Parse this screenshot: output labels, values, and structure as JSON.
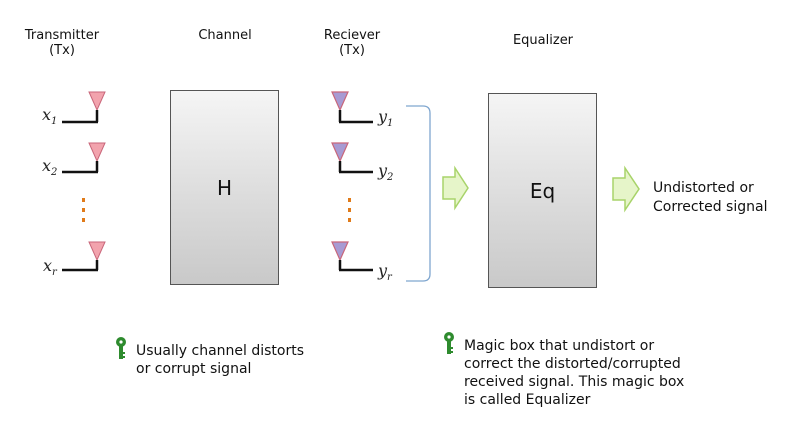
{
  "labels": {
    "transmitter": "Transmitter",
    "transmitter_sub": "(Tx)",
    "channel": "Channel",
    "receiver": "Reciever",
    "receiver_sub": "(Tx)",
    "equalizer": "Equalizer"
  },
  "channel_box_label": "H",
  "equalizer_box_label": "Eq",
  "tx_signals": [
    {
      "symbol": "x",
      "sub": "1"
    },
    {
      "symbol": "x",
      "sub": "2"
    },
    {
      "symbol": "x",
      "sub": "r"
    }
  ],
  "rx_signals": [
    {
      "symbol": "y",
      "sub": "1"
    },
    {
      "symbol": "y",
      "sub": "2"
    },
    {
      "symbol": "y",
      "sub": "r"
    }
  ],
  "output": {
    "line1": "Undistorted or",
    "line2": "Corrected signal"
  },
  "notes": {
    "channel": [
      "Usually channel distorts",
      "or corrupt signal"
    ],
    "equalizer": [
      "Magic box that undistort or",
      "correct the distorted/corrupted",
      "received signal. This magic box",
      "is called Equalizer"
    ]
  },
  "colors": {
    "tx_antenna": "#f2a3ad",
    "rx_antenna": "#a79bd3",
    "dots": "#e07b1a",
    "arrow_fill": "#e6f5c9",
    "arrow_stroke": "#a8d36a",
    "brace": "#7fa6cf",
    "key_icon": "#2e8b2e"
  }
}
